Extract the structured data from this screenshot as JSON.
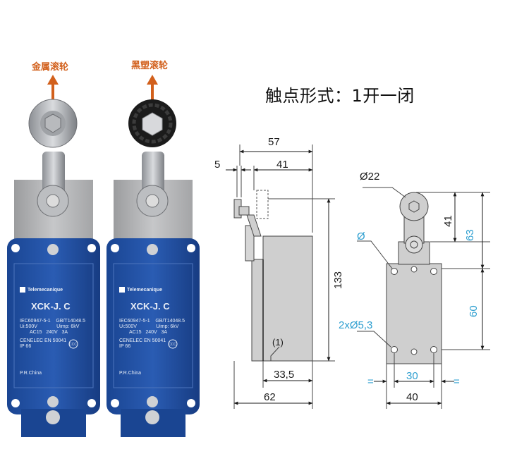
{
  "labels": {
    "metal_roller": "金属滚轮",
    "plastic_roller": "黑塑滚轮",
    "contact_form": "触点形式：1开一闭"
  },
  "product": {
    "brand": "Telemecanique",
    "model": "XCK-J. C",
    "spec_line1": "IEC60947-5-1    GB/T14048.5",
    "spec_line2": "Ui:500V              Uimp: 6kV",
    "spec_line3": "AC15   240V   3A",
    "spec_line4": "CENELEC EN 50041",
    "spec_line5": "IP 66",
    "origin": "P.R.China",
    "cert_mark": "CCC"
  },
  "side_view": {
    "dim_57": "57",
    "dim_5": "5",
    "dim_41": "41",
    "dim_133": "133",
    "callout": "(1)",
    "dim_33_5": "33,5",
    "dim_62": "62"
  },
  "front_view": {
    "dim_dia22": "Ø22",
    "dim_dia": "Ø",
    "dim_41": "41",
    "dim_63": "63",
    "dim_60": "60",
    "dim_holes": "2xØ5,3",
    "dim_30": "30",
    "dim_40": "40",
    "equal_left": "=",
    "equal_right": "="
  },
  "colors": {
    "accent_orange": "#d2601c",
    "body_blue": "#1f4fa0",
    "dimension_blue": "#2e9fd0",
    "drawing_gray": "#cfcfcf"
  }
}
